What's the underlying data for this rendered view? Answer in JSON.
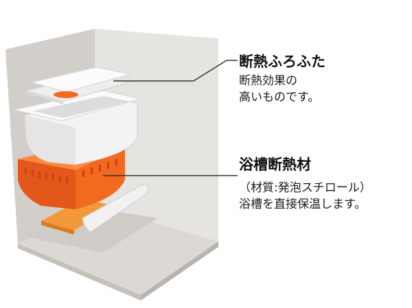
{
  "callouts": [
    {
      "title": "断熱ふろふた",
      "description_lines": [
        "断熱効果の",
        "高いものです。"
      ]
    },
    {
      "title": "浴槽断熱材",
      "description_lines": [
        "（材質:発泡スチロール）",
        "浴槽を直接保温します。"
      ]
    }
  ],
  "colors": {
    "insulation_orange": "#f26a1f",
    "lid": "#f2f2f2",
    "enclosure": "#e3e1de",
    "leader_line": "#333333"
  }
}
